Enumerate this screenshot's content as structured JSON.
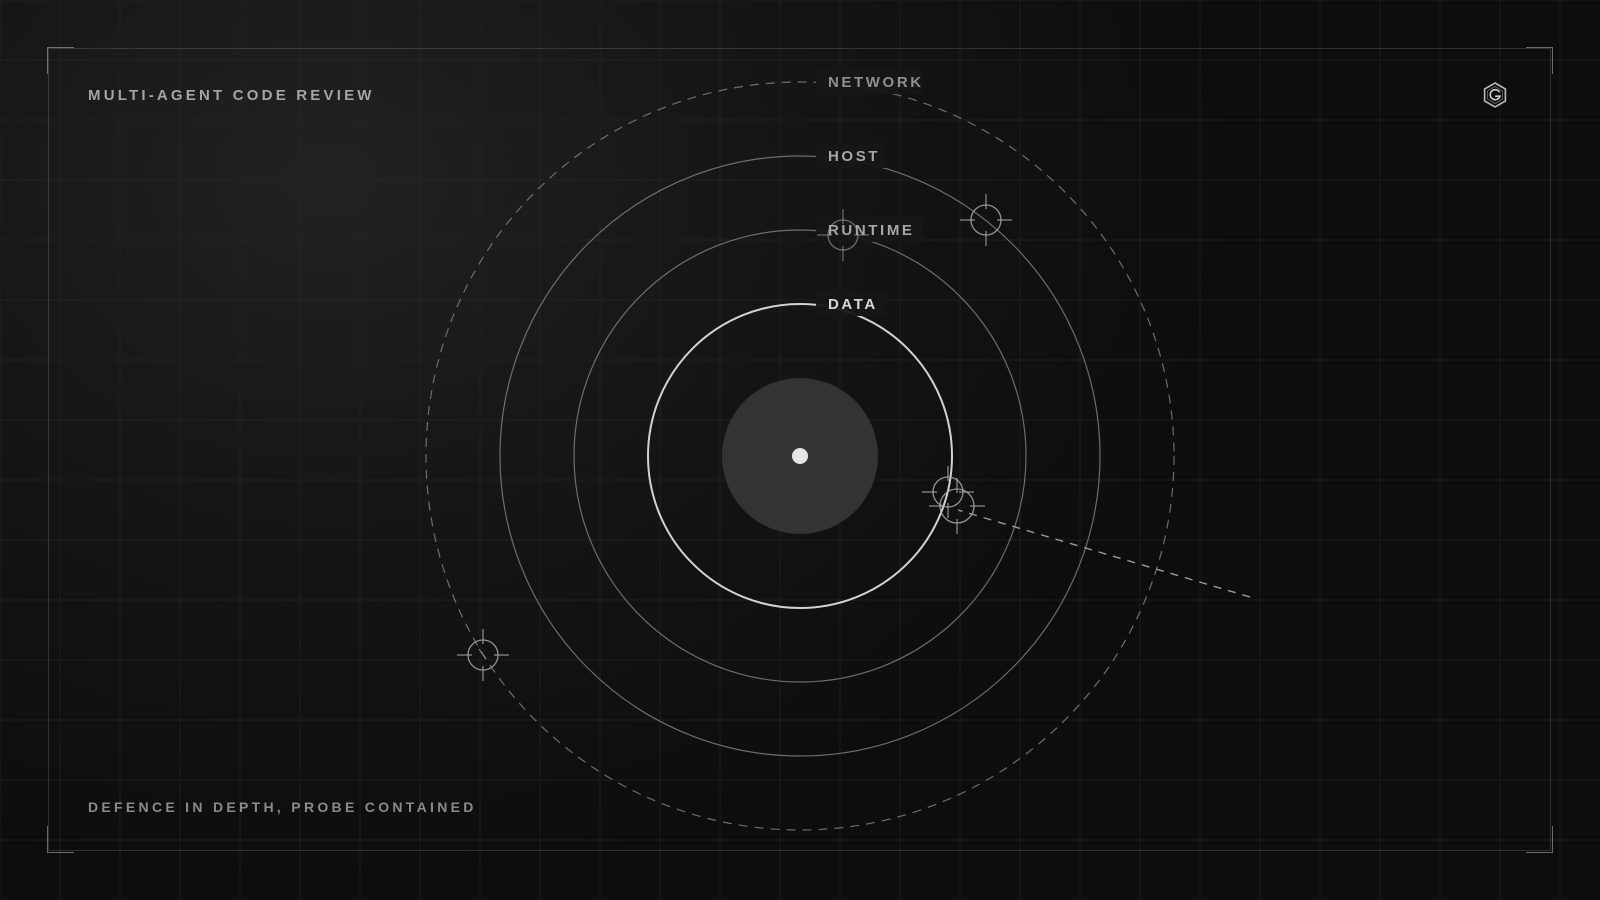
{
  "header": {
    "title": "MULTI-AGENT CODE REVIEW",
    "logo_icon": "g-hexagon-logo"
  },
  "footer": {
    "caption": "DEFENCE IN DEPTH, PROBE CONTAINED"
  },
  "layers": [
    {
      "label": "NETWORK",
      "style": "dashed",
      "color": "#8c8c8c"
    },
    {
      "label": "HOST",
      "style": "solid",
      "color": "#8c8c8c"
    },
    {
      "label": "RUNTIME",
      "style": "solid",
      "color": "#8c8c8c"
    },
    {
      "label": "DATA",
      "style": "solid",
      "color": "#d2d2d2"
    }
  ],
  "core": {
    "icon": "core-dot"
  },
  "probes": [
    {
      "name": "probe-network-left",
      "icon": "crosshair-icon"
    },
    {
      "name": "probe-host-upper",
      "icon": "crosshair-icon"
    },
    {
      "name": "probe-runtime-top",
      "icon": "crosshair-icon"
    },
    {
      "name": "probe-data-edge-a",
      "icon": "crosshair-icon"
    },
    {
      "name": "probe-data-edge-b",
      "icon": "crosshair-icon"
    }
  ],
  "colors": {
    "background": "#121212",
    "grid": "#2a2a2a",
    "ring": "#8c8c8c",
    "data_ring": "#d2d2d2",
    "core_disc": "#333333",
    "core_dot": "#e6e6e6",
    "label_bg": "#161616"
  }
}
